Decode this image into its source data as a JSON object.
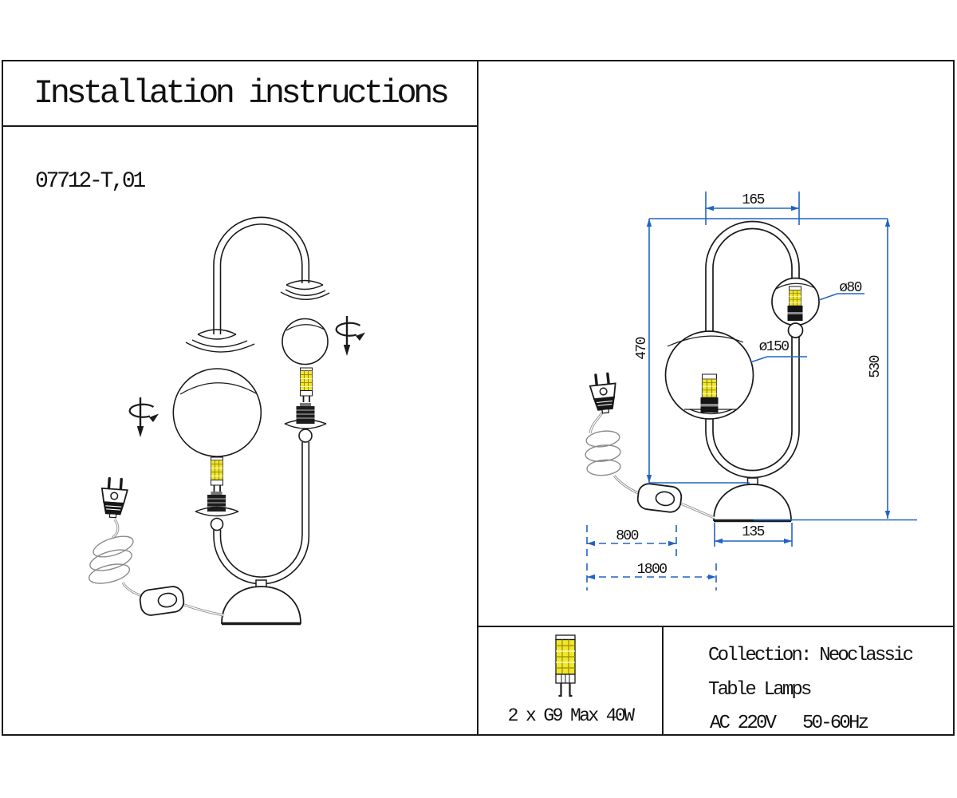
{
  "header": {
    "title": "Installation instructions"
  },
  "model_number": "07712-T,01",
  "right_panel": {
    "dimensions": {
      "arch_width_mm": "165",
      "small_globe_diameter": "ø80",
      "large_globe_diameter": "ø150",
      "height_to_arm_mm": "470",
      "overall_height_mm": "530",
      "base_width_mm": "135",
      "cord_section_mm": "800",
      "cord_length_mm": "1800"
    }
  },
  "spec_box": {
    "bulb_spec": "2 x G9 Max 40W",
    "collection": "Collection: Neoclassic",
    "category": "Table Lamps",
    "power": "AC 220V   50-60Hz"
  },
  "icons": {
    "bulb": "g9-led-bulb-icon",
    "plug": "eu-power-plug-icon",
    "switch": "inline-cord-switch-icon",
    "rotate": "screw-rotate-arrow-icon"
  },
  "colors": {
    "dimension_blue": "#2063c6",
    "bulb_yellow": "#f0e72c",
    "line_black": "#1a1a1a"
  }
}
